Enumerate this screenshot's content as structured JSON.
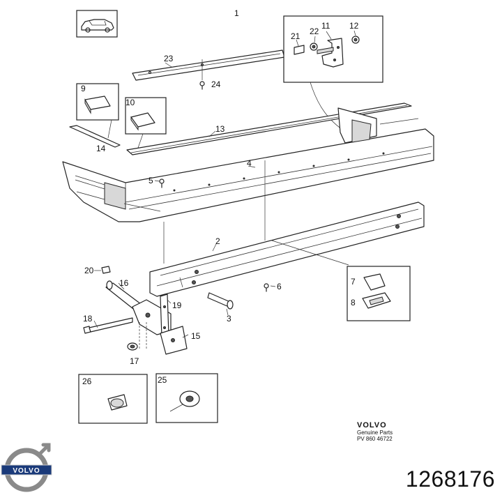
{
  "callouts": {
    "c1": "1",
    "c2": "2",
    "c3": "3",
    "c4": "4",
    "c5": "5",
    "c6": "6",
    "c7": "7",
    "c8": "8",
    "c9": "9",
    "c10": "10",
    "c11": "11",
    "c12": "12",
    "c13": "13",
    "c14": "14",
    "c15": "15",
    "c16": "16",
    "c17": "17",
    "c18": "18",
    "c19": "19",
    "c20": "20",
    "c21": "21",
    "c22": "22",
    "c23": "23",
    "c24": "24",
    "c25": "25",
    "c26": "26"
  },
  "branding": {
    "brand": "VOLVO",
    "subtitle": "Genuine Parts",
    "code": "PV 860  46722",
    "logo_text": "VOLVO"
  },
  "part_number": "1268176",
  "colors": {
    "line": "#222222",
    "shade": "#d8d8d8",
    "logo_ring": "#8a8a8a",
    "logo_bar": "#1a3a7a"
  }
}
